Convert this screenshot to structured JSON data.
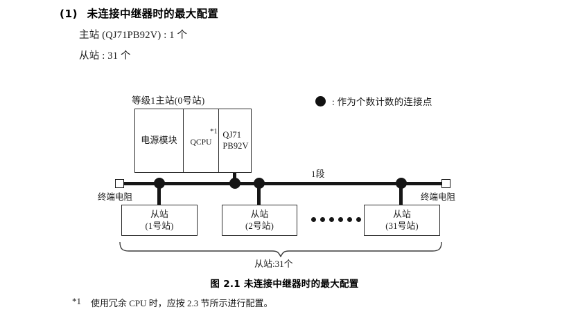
{
  "heading": {
    "section_number": "(1)",
    "title": "未连接中继器时的最大配置",
    "spec_master": "主站 (QJ71PB92V) : 1 个",
    "spec_slave": "从站 : 31 个"
  },
  "legend": {
    "symbol": "filled-circle",
    "text": ": 作为个数计数的连接点"
  },
  "diagram": {
    "master_label": "等级1主站(0号站)",
    "rack": {
      "power_module": "电源模块",
      "cpu_module": "QCPU",
      "cpu_footnote_marker": "*1",
      "network_module_line1": "QJ71",
      "network_module_line2": "PB92V"
    },
    "bus": {
      "segment_label": "1段",
      "terminator_left": "终端电阻",
      "terminator_right": "终端电阻"
    },
    "slaves": [
      {
        "name": "从站",
        "station": "(1号站)"
      },
      {
        "name": "从站",
        "station": "(2号站)"
      },
      {
        "name": "从站",
        "station": "(31号站)"
      }
    ],
    "ellipsis_count": 6,
    "slave_total_label": "从站:31个"
  },
  "figure": {
    "caption": "图 2.1  未连接中继器时的最大配置"
  },
  "footnote": {
    "marker": "*1",
    "text": "使用冗余 CPU 时，应按 2.3 节所示进行配置。"
  },
  "colors": {
    "ink": "#1a1a1a",
    "line": "#161616",
    "box_border": "#2b2b2b",
    "background": "#ffffff"
  }
}
